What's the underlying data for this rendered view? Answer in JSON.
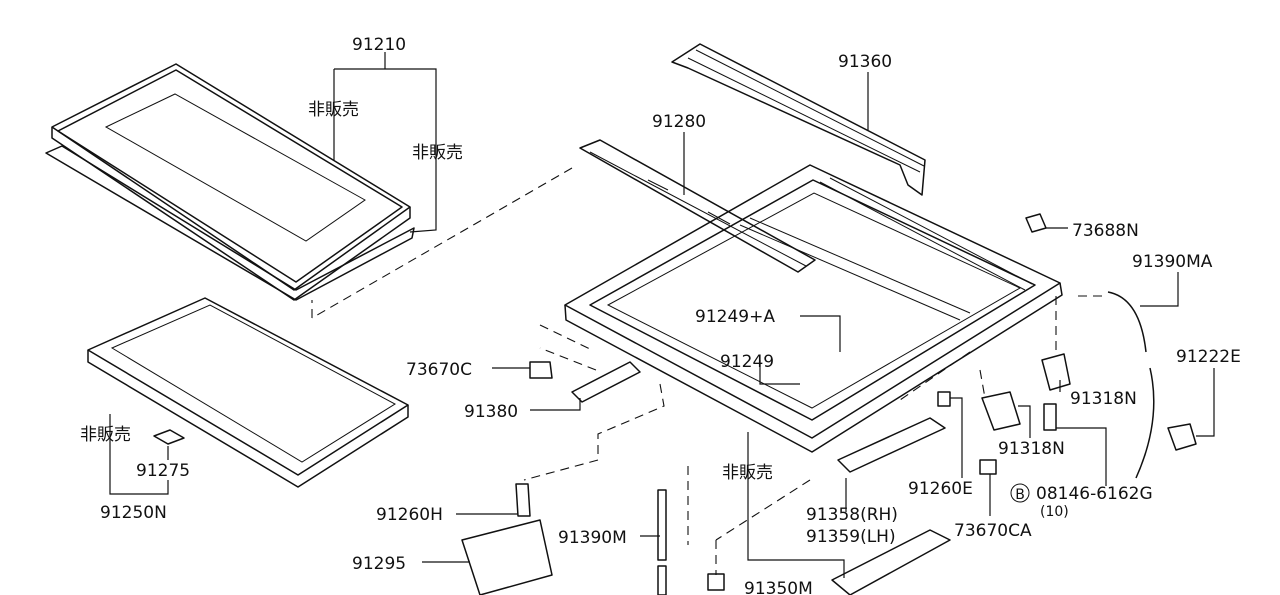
{
  "labels": {
    "p91210": "91210",
    "p91360": "91360",
    "nfs_glass": "非販売",
    "nfs_seal": "非販売",
    "p91280": "91280",
    "p73688n": "73688N",
    "p91390ma": "91390MA",
    "p91222e": "91222E",
    "p91249a": "91249+A",
    "p73670c": "73670C",
    "p91249": "91249",
    "p91380": "91380",
    "p91318n_a": "91318N",
    "nfs_shade": "非販売",
    "p91318n_b": "91318N",
    "p91275": "91275",
    "p91250n": "91250N",
    "nfs_frame": "非販売",
    "p91260e": "91260E",
    "bolt_code": "B",
    "p08146": "08146-6162G",
    "p08146_qty": "(10)",
    "p91260h": "91260H",
    "p91358": "91358(RH)",
    "p91390m": "91390M",
    "p91359": "91359(LH)",
    "p73670ca": "73670CA",
    "p91295": "91295",
    "p91350m": "91350M"
  }
}
